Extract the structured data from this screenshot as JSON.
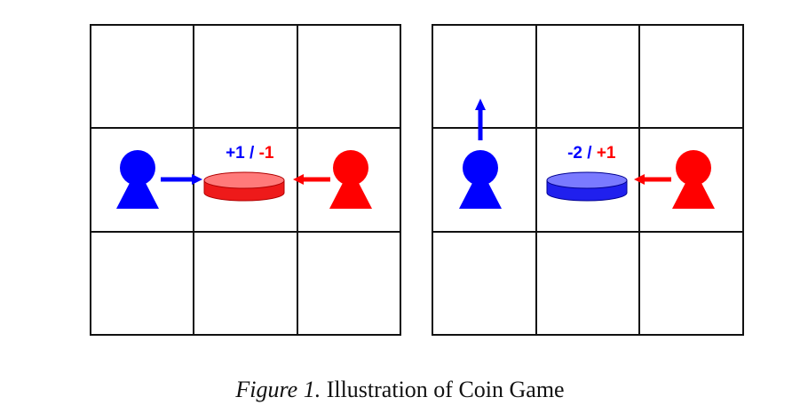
{
  "colors": {
    "blue": "#0000ff",
    "red": "#ff0000",
    "coin_red_top": "#ff7a7a",
    "coin_red_side": "#ee1a1a",
    "coin_blue_top": "#7a7aff",
    "coin_blue_side": "#2020ee",
    "grid_line": "#111111"
  },
  "panels": [
    {
      "coin_color": "red",
      "score_left": "+1",
      "score_sep": " / ",
      "score_right": "-1",
      "blue_agent_action": "move-right-into-coin",
      "red_agent_action": "move-left-into-coin"
    },
    {
      "coin_color": "blue",
      "score_left": "-2",
      "score_sep": " / ",
      "score_right": "+1",
      "blue_agent_action": "move-up",
      "red_agent_action": "move-left-into-coin"
    }
  ],
  "caption": {
    "label": "Figure 1.",
    "text": " Illustration of Coin Game"
  },
  "icons": [
    "agent-icon",
    "coin-icon",
    "arrow-icon"
  ]
}
